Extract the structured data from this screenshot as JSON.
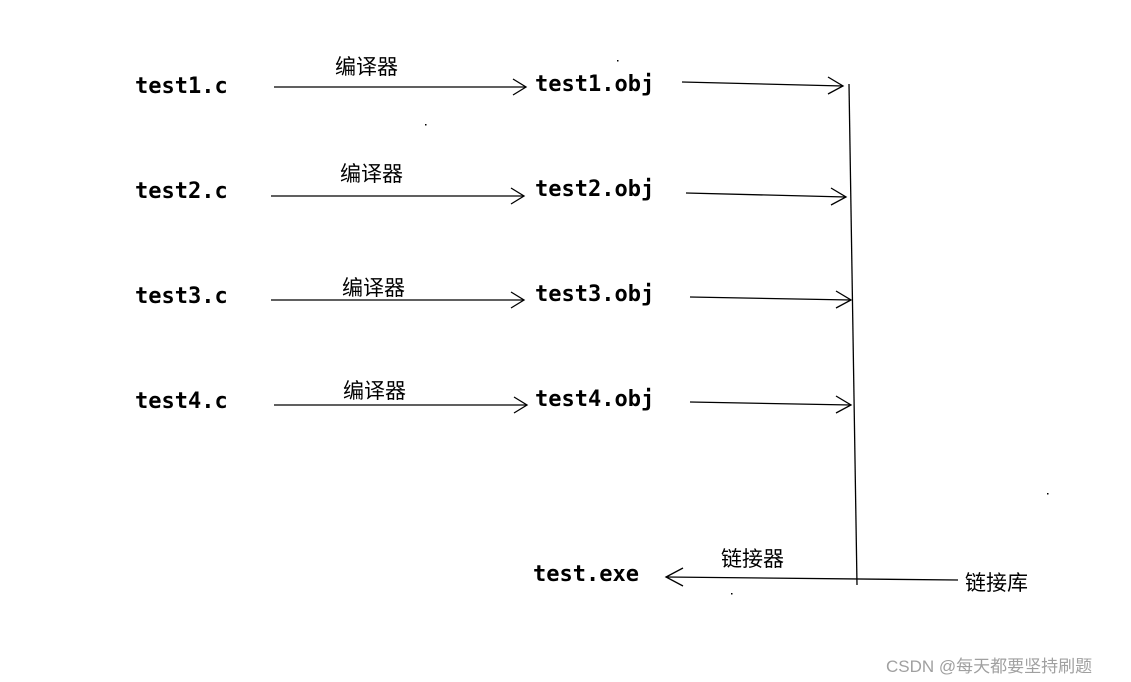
{
  "stages": [
    {
      "source": "test1.c",
      "tool": "编译器",
      "object": "test1.obj"
    },
    {
      "source": "test2.c",
      "tool": "编译器",
      "object": "test2.obj"
    },
    {
      "source": "test3.c",
      "tool": "编译器",
      "object": "test3.obj"
    },
    {
      "source": "test4.c",
      "tool": "编译器",
      "object": "test4.obj"
    }
  ],
  "linker_label": "链接器",
  "library_label": "链接库",
  "output_label": "test.exe",
  "watermark": "CSDN @每天都要坚持刷题"
}
